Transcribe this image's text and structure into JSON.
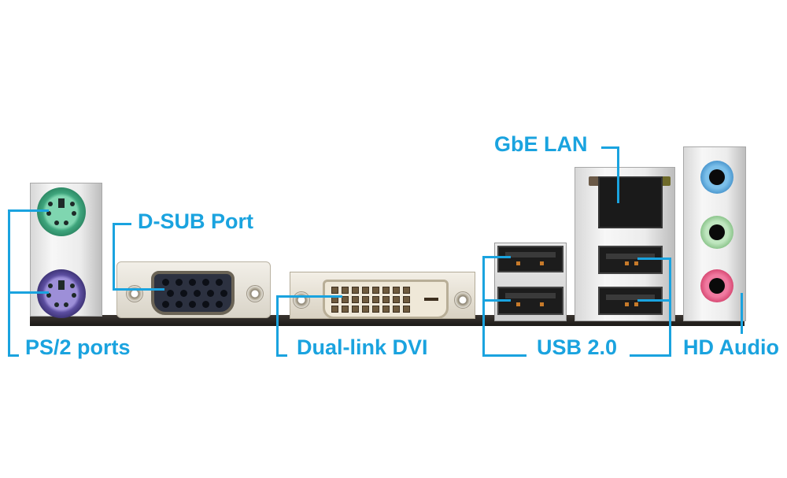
{
  "diagram": {
    "subject": "Motherboard rear I/O panel",
    "background_color": "#ffffff",
    "accent_color": "#1aa3df",
    "labels": {
      "ps2": "PS/2 ports",
      "dsub": "D-SUB Port",
      "dvi": "Dual-link DVI",
      "lan": "GbE LAN",
      "usb": "USB 2.0",
      "audio": "HD Audio"
    },
    "connectors": [
      {
        "id": "ps2-keyboard",
        "type": "PS/2",
        "color": "#4fb88e"
      },
      {
        "id": "ps2-mouse",
        "type": "PS/2",
        "color": "#6a5aa8"
      },
      {
        "id": "vga",
        "type": "D-SUB (VGA)"
      },
      {
        "id": "dvi",
        "type": "Dual-link DVI"
      },
      {
        "id": "usb-stack-left",
        "type": "USB 2.0",
        "count": 2
      },
      {
        "id": "lan-usb-stack",
        "type": "GbE LAN + USB 2.0",
        "usb_count": 2
      },
      {
        "id": "audio-line-in",
        "type": "Audio jack",
        "color": "#5aa6d8"
      },
      {
        "id": "audio-line-out",
        "type": "Audio jack",
        "color": "#9fd29f"
      },
      {
        "id": "audio-mic-in",
        "type": "Audio jack",
        "color": "#e0527a"
      }
    ]
  }
}
